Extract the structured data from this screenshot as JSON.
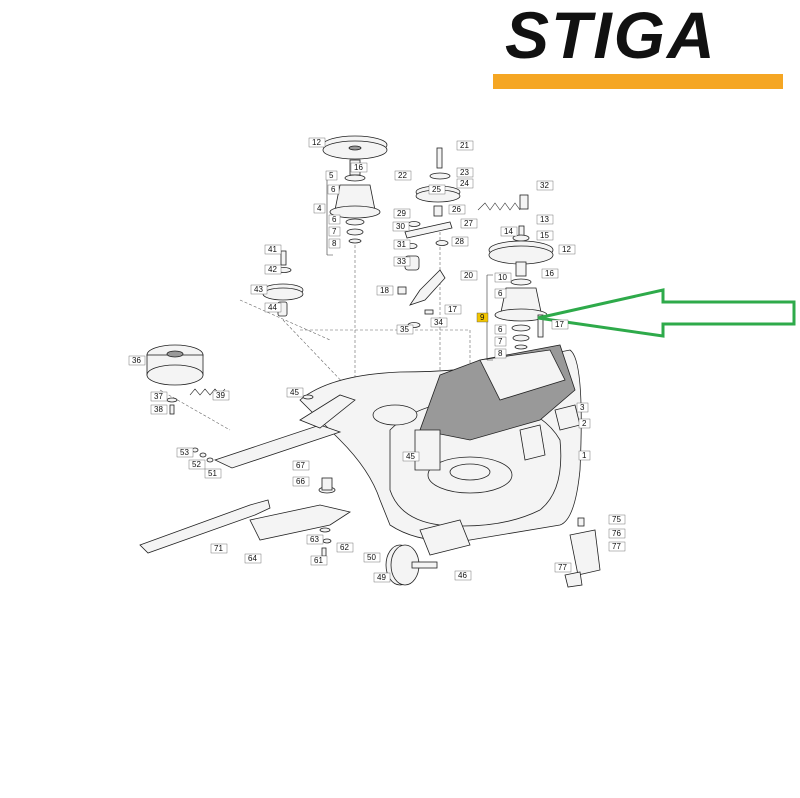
{
  "brand": {
    "name": "STIGA",
    "underline_color": "#F5A623",
    "text_color": "#111111"
  },
  "diagram": {
    "highlight": {
      "label": "9",
      "color": "#F2C500"
    },
    "arrow_color": "#2EAA4A",
    "labels": [
      "12",
      "5",
      "16",
      "6",
      "4",
      "6",
      "7",
      "8",
      "21",
      "22",
      "23",
      "25",
      "24",
      "26",
      "29",
      "27",
      "30",
      "31",
      "28",
      "33",
      "20",
      "18",
      "17",
      "35",
      "34",
      "32",
      "13",
      "14",
      "15",
      "12",
      "10",
      "16",
      "6",
      "9",
      "17",
      "6",
      "7",
      "8",
      "41",
      "42",
      "43",
      "44",
      "36",
      "37",
      "38",
      "39",
      "45",
      "53",
      "52",
      "51",
      "3",
      "2",
      "1",
      "45",
      "67",
      "66",
      "63",
      "62",
      "61",
      "71",
      "64",
      "50",
      "49",
      "46",
      "75",
      "76",
      "77",
      "77"
    ]
  }
}
